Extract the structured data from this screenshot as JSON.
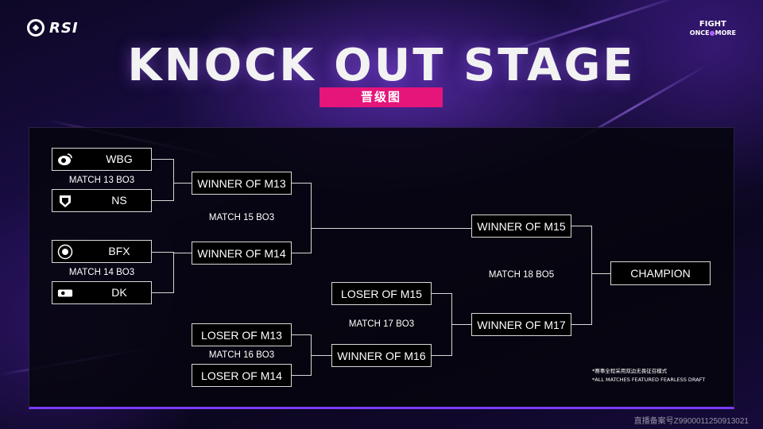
{
  "header": {
    "logo_text": "RSI",
    "tagline_line1": "FIGHT",
    "tagline_line2_a": "ONCE",
    "tagline_line2_b": "MORE",
    "title": "KNOCK OUT STAGE",
    "subtitle": "晋级图"
  },
  "bracket": {
    "teams": {
      "wbg": "WBG",
      "ns": "NS",
      "bfx": "BFX",
      "dk": "DK"
    },
    "matches": {
      "m13": "MATCH 13 BO3",
      "m14": "MATCH 14 BO3",
      "m15": "MATCH 15 BO3",
      "m16": "MATCH 16 BO3",
      "m17": "MATCH 17 BO3",
      "m18": "MATCH 18 BO5"
    },
    "slots": {
      "winner_m13": "WINNER OF M13",
      "winner_m14": "WINNER OF M14",
      "winner_m15": "WINNER OF M15",
      "loser_m15": "LOSER OF M15",
      "loser_m13": "LOSER OF M13",
      "loser_m14": "LOSER OF M14",
      "winner_m16": "WINNER OF M16",
      "winner_m17": "WINNER OF M17",
      "champion": "CHAMPION"
    },
    "notes": {
      "cn": "*赛事全程采用双边无畏征召模式",
      "en": "*ALL MATCHES FEATURED FEARLESS DRAFT"
    }
  },
  "footer": {
    "license": "直播备案号Z9900011250913021"
  },
  "colors": {
    "accent_pink": "#e6157a",
    "accent_purple": "#7a3cff",
    "line": "#d8d8d8"
  }
}
